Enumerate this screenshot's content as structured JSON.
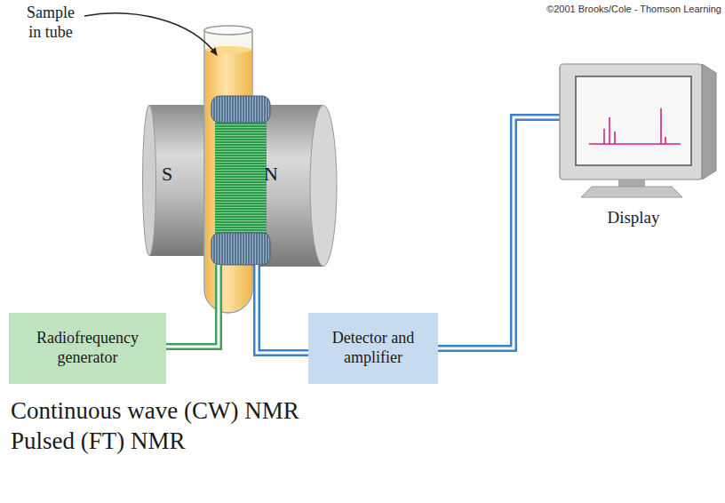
{
  "diagram": {
    "nodes": [
      {
        "text": [
          "S"
        ]
      },
      {
        "text": [
          "N"
        ]
      },
      {
        "text": [
          "Display"
        ]
      },
      {
        "text": [
          "Radiofrequency generator"
        ]
      },
      {
        "text": [
          "Detector and amplifier"
        ]
      }
    ],
    "edges": [
      {
        "from": 4,
        "to": 2,
        "arrow": "none"
      }
    ],
    "labels": [
      "Sample in tube",
      "©2001 Brooks/Cole - Thomson Learning",
      "Continuous wave (CW) NMR",
      "Pulsed (FT) NMR"
    ]
  }
}
